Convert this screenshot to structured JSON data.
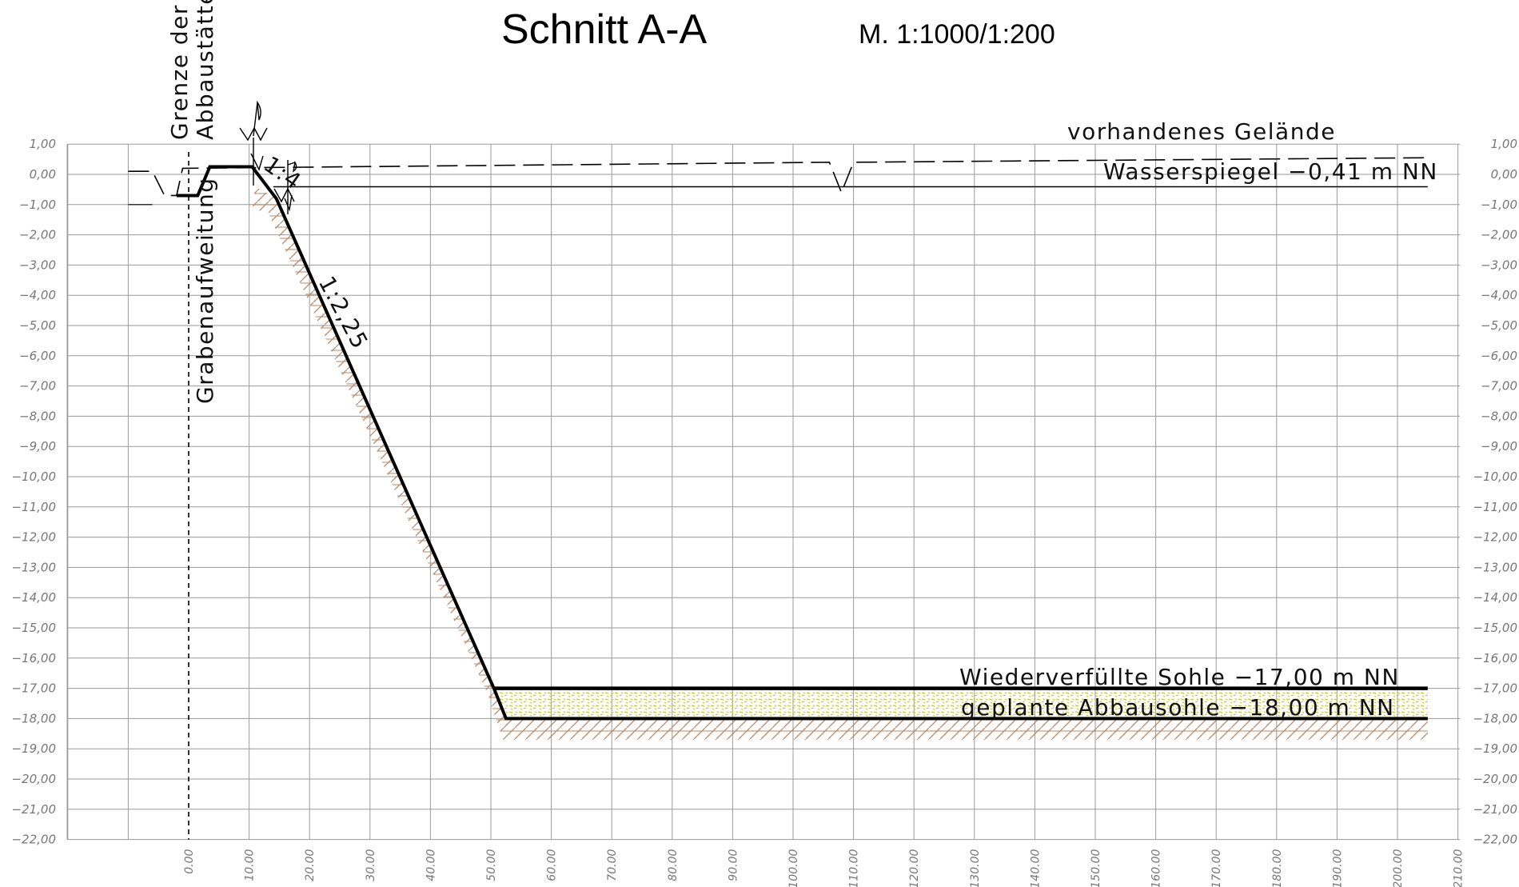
{
  "header": {
    "title": "Schnitt A-A",
    "scale": "M. 1:1000/1:200"
  },
  "annotations": {
    "grenze_line1": "Grenze der",
    "grenze_line2": "Abbaustätte",
    "grabenaufweitung": "Grabenaufweitung",
    "slope_small": "1:4",
    "slope_main": "1:2,25",
    "terrain": "vorhandenes Gelände",
    "water": "Wasserspiegel −0,41 m NN",
    "refilled_floor": "Wiederverfüllte Sohle −17,00 m NN",
    "planned_floor": "geplante Abbausohle −18,00 m NN"
  },
  "colors": {
    "grid": "#9a9a9a",
    "axis_text": "#777777",
    "soil_hatch": "#b7825a",
    "fill_layer": "#c8cc3a",
    "profile": "#000000"
  },
  "chart_data": {
    "type": "cross-section",
    "title": "Schnitt A-A",
    "scale": "M. 1:1000/1:200",
    "y_ticks": [
      "1,00",
      "0,00",
      "−1,00",
      "−2,00",
      "−3,00",
      "−4,00",
      "−5,00",
      "−6,00",
      "−7,00",
      "−8,00",
      "−9,00",
      "−10,00",
      "−11,00",
      "−12,00",
      "−13,00",
      "−14,00",
      "−15,00",
      "−16,00",
      "−17,00",
      "−18,00",
      "−19,00",
      "−20,00",
      "−21,00",
      "−22,00"
    ],
    "y_values": [
      1,
      0,
      -1,
      -2,
      -3,
      -4,
      -5,
      -6,
      -7,
      -8,
      -9,
      -10,
      -11,
      -12,
      -13,
      -14,
      -15,
      -16,
      -17,
      -18,
      -19,
      -20,
      -21,
      -22
    ],
    "x_ticks": [
      "0.00",
      "10.00",
      "20.00",
      "30.00",
      "40.00",
      "50.00",
      "60.00",
      "70.00",
      "80.00",
      "90.00",
      "100.00",
      "110.00",
      "120.00",
      "130.00",
      "140.00",
      "150.00",
      "160.00",
      "170.00",
      "180.00",
      "190.00",
      "200.00",
      "210.00"
    ],
    "x_values": [
      0,
      10,
      20,
      30,
      40,
      50,
      60,
      70,
      80,
      90,
      100,
      110,
      120,
      130,
      140,
      150,
      160,
      170,
      180,
      190,
      200,
      210
    ],
    "ylim": [
      -22,
      1
    ],
    "xlim": [
      -10,
      210
    ],
    "water_level": -0.41,
    "refilled_floor": -17.0,
    "planned_floor": -18.0,
    "slope_ratio_main": "1:2,25",
    "slope_ratio_small": "1:4",
    "profile_design": [
      [
        -2.0,
        -0.7
      ],
      [
        1.5,
        -0.7
      ],
      [
        3.5,
        0.25
      ],
      [
        10.5,
        0.25
      ],
      [
        14.5,
        -0.8
      ],
      [
        50.5,
        -17.0
      ],
      [
        52.5,
        -18.0
      ],
      [
        205,
        -18.0
      ]
    ],
    "refill_surface": [
      [
        50.5,
        -17.0
      ],
      [
        205,
        -17.0
      ]
    ],
    "terrain_existing": [
      [
        -10,
        0.1
      ],
      [
        -6,
        0.1
      ],
      [
        -4,
        -0.7
      ],
      [
        -2,
        -0.7
      ],
      [
        -1,
        0.2
      ],
      [
        106,
        0.4
      ],
      [
        108,
        -0.6
      ],
      [
        110,
        0.4
      ],
      [
        205,
        0.55
      ]
    ],
    "water_line": [
      [
        14,
        -0.41
      ],
      [
        205,
        -0.41
      ]
    ],
    "boundary_abbaustaette_x": 0.0
  }
}
